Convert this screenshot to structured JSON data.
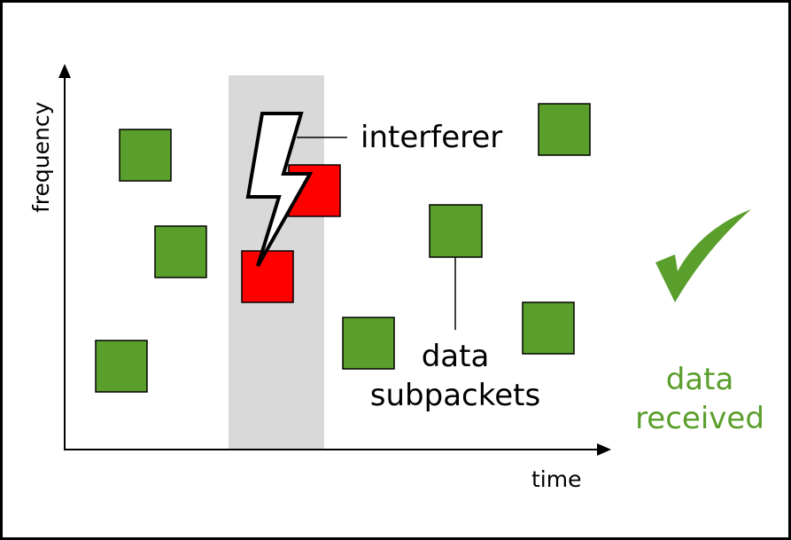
{
  "labels": {
    "y_axis": "frequency",
    "x_axis": "time",
    "interferer": "interferer",
    "subpackets_line1": "data",
    "subpackets_line2": "subpackets",
    "received_line1": "data",
    "received_line2": "received"
  },
  "colors": {
    "good_subpacket": "#5a9e2b",
    "hit_subpacket": "#ff0000",
    "interference_band": "#d9d9d9",
    "check_mark": "#5a9e2b"
  },
  "icons": {
    "interferer": "lightning-bolt-icon",
    "success": "check-mark-icon"
  }
}
